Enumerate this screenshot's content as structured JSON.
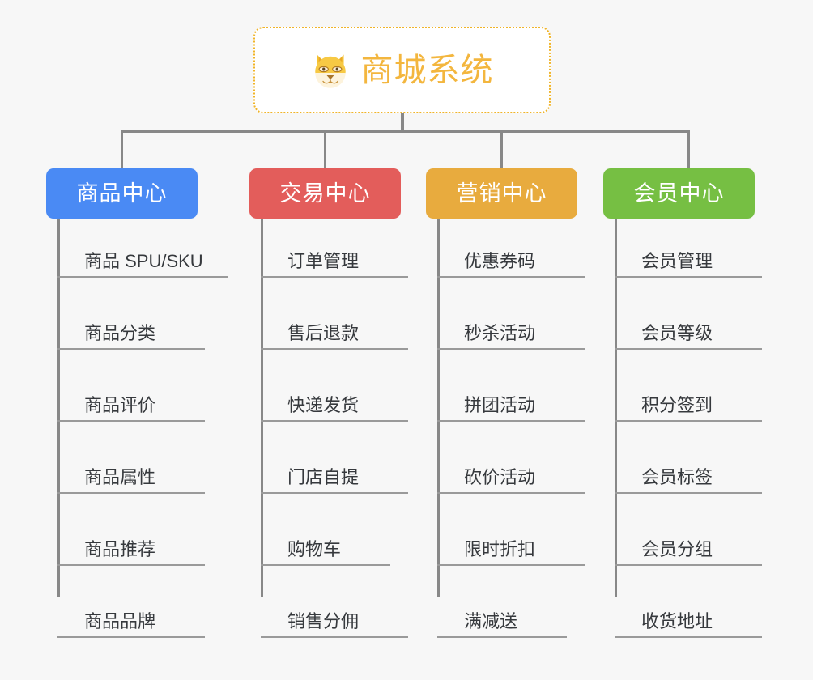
{
  "root": {
    "title": "商城系统",
    "icon": "shiba-dog-icon",
    "border_color": "#f0b429",
    "text_color": "#f3b63e"
  },
  "connector_color": "#888888",
  "background_color": "#f7f7f7",
  "branches": [
    {
      "label": "商品中心",
      "color": "#4a8af4",
      "items": [
        "商品 SPU/SKU",
        "商品分类",
        "商品评价",
        "商品属性",
        "商品推荐",
        "商品品牌"
      ]
    },
    {
      "label": "交易中心",
      "color": "#e35d5b",
      "items": [
        "订单管理",
        "售后退款",
        "快递发货",
        "门店自提",
        "购物车",
        "销售分佣"
      ]
    },
    {
      "label": "营销中心",
      "color": "#e8ab3e",
      "items": [
        "优惠券码",
        "秒杀活动",
        "拼团活动",
        "砍价活动",
        "限时折扣",
        "满减送"
      ]
    },
    {
      "label": "会员中心",
      "color": "#76bf43",
      "items": [
        "会员管理",
        "会员等级",
        "积分签到",
        "会员标签",
        "会员分组",
        "收货地址"
      ]
    }
  ]
}
